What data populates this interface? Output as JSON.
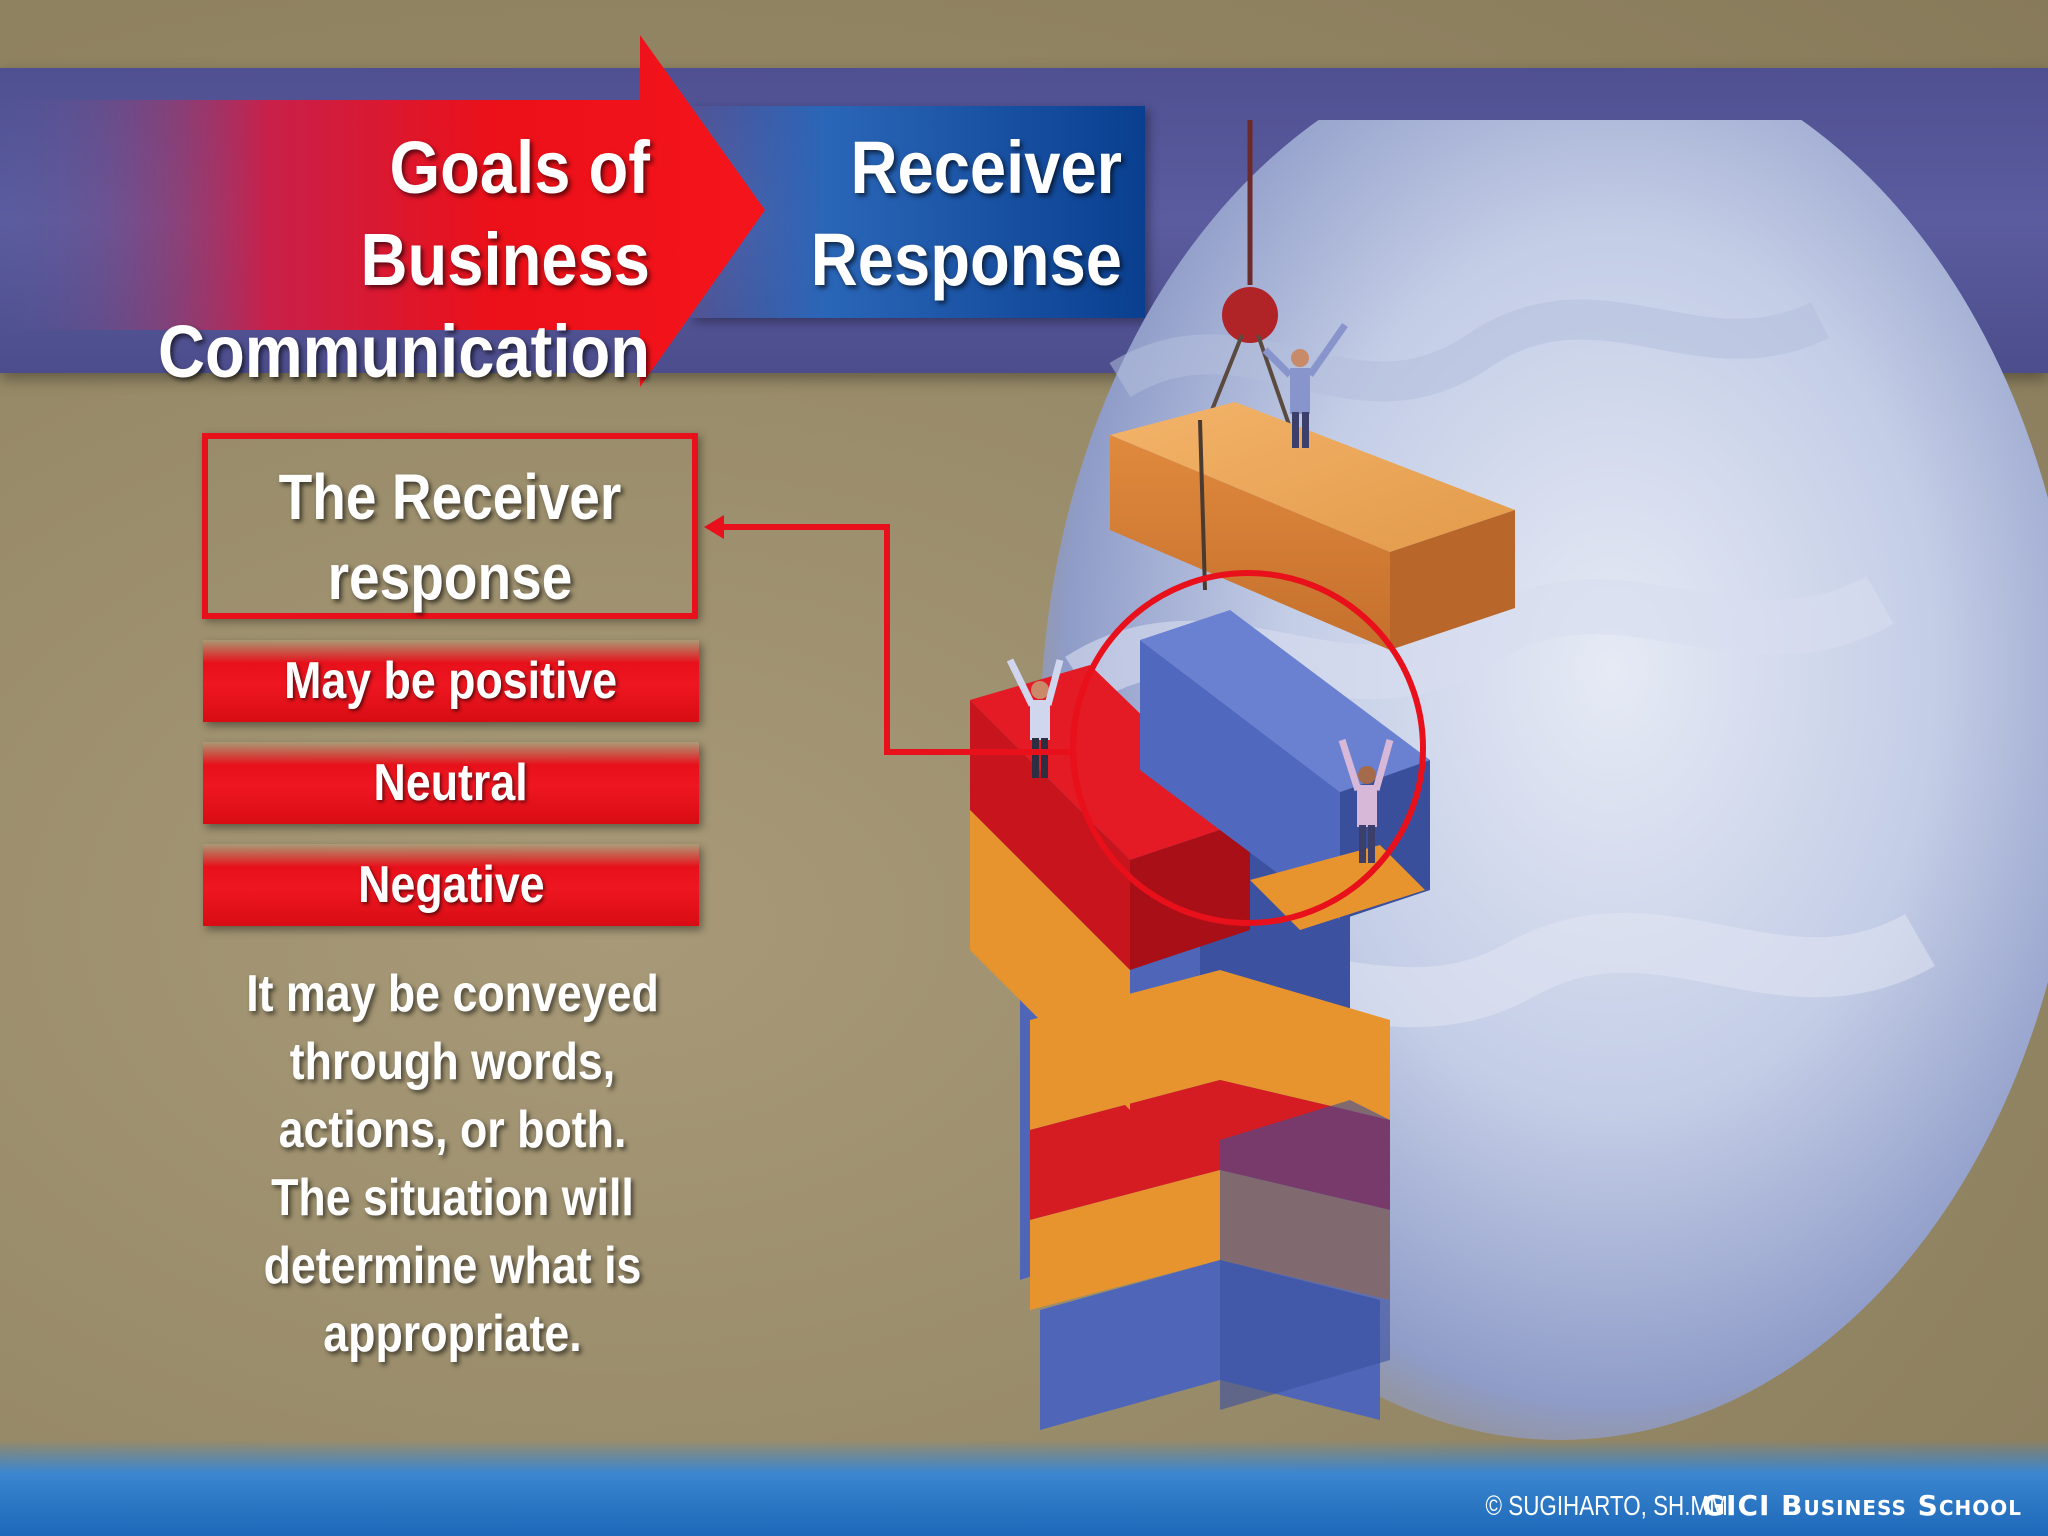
{
  "slide": {
    "header": {
      "title_line_1": "Goals of Business",
      "title_line_2": "Communication",
      "subtitle_line_1": "Receiver",
      "subtitle_line_2": "Response"
    },
    "receiver_box": {
      "line_1": "The Receiver",
      "line_2": "response"
    },
    "response_types": [
      {
        "label": "May be positive"
      },
      {
        "label": "Neutral"
      },
      {
        "label": "Negative"
      }
    ],
    "body_lines": [
      "It may be conveyed",
      "through words,",
      "actions, or both.",
      "The situation will",
      "determine what is",
      "appropriate."
    ],
    "footer": {
      "copyright": "© SUGIHARTO, SH.MM",
      "school": "GICI Business School"
    },
    "colors": {
      "accent_red": "#e8101a",
      "header_band": "#5b5c9f",
      "subtitle_box": "#0a3f8f",
      "background": "#9b8e70",
      "footer_blue": "#1d68b8"
    },
    "icons": [
      "highlight-circle",
      "connector-arrow",
      "title-arrow"
    ]
  }
}
